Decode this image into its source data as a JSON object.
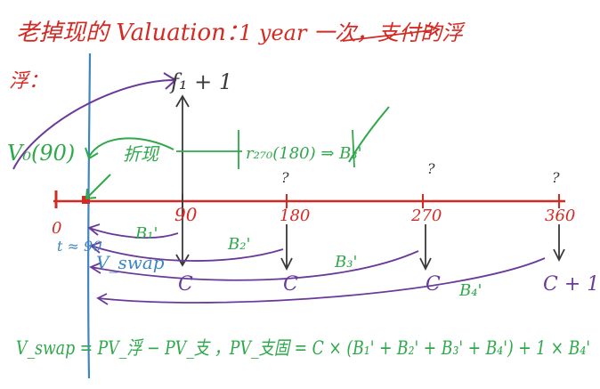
{
  "colors": {
    "red": "#d42a24",
    "green": "#2ea84a",
    "purple": "#6a3a9a",
    "blue": "#3f86c0",
    "black": "#3a3a3a"
  },
  "header": {
    "title": "老掉现的 Valuation：",
    "subtitle": "1 year 一次，支付的浮",
    "continuation": "浮："
  },
  "labels": {
    "v0": "V₀(90)",
    "discount": "折现",
    "f1": "f₁ + 1",
    "r270": "r₂₇₀(180) ⇒ B₃'",
    "zero": "0",
    "t_tilde": "t ≈ 90",
    "b1": "B₁'",
    "b2": "B₂'",
    "b3": "B₃'",
    "b4": "B₄'",
    "vswap": "V_swap",
    "c_leg": "C",
    "c_plus_1": "C + 1",
    "question": "?",
    "formula": "V_swap = PV_浮 − PV_支 ，PV_支固 = C × (B₁' + B₂' + B₃' + B₄') + 1 × B₄'"
  },
  "timeline": {
    "ticks": [
      "0",
      "90",
      "180",
      "270",
      "360"
    ]
  }
}
